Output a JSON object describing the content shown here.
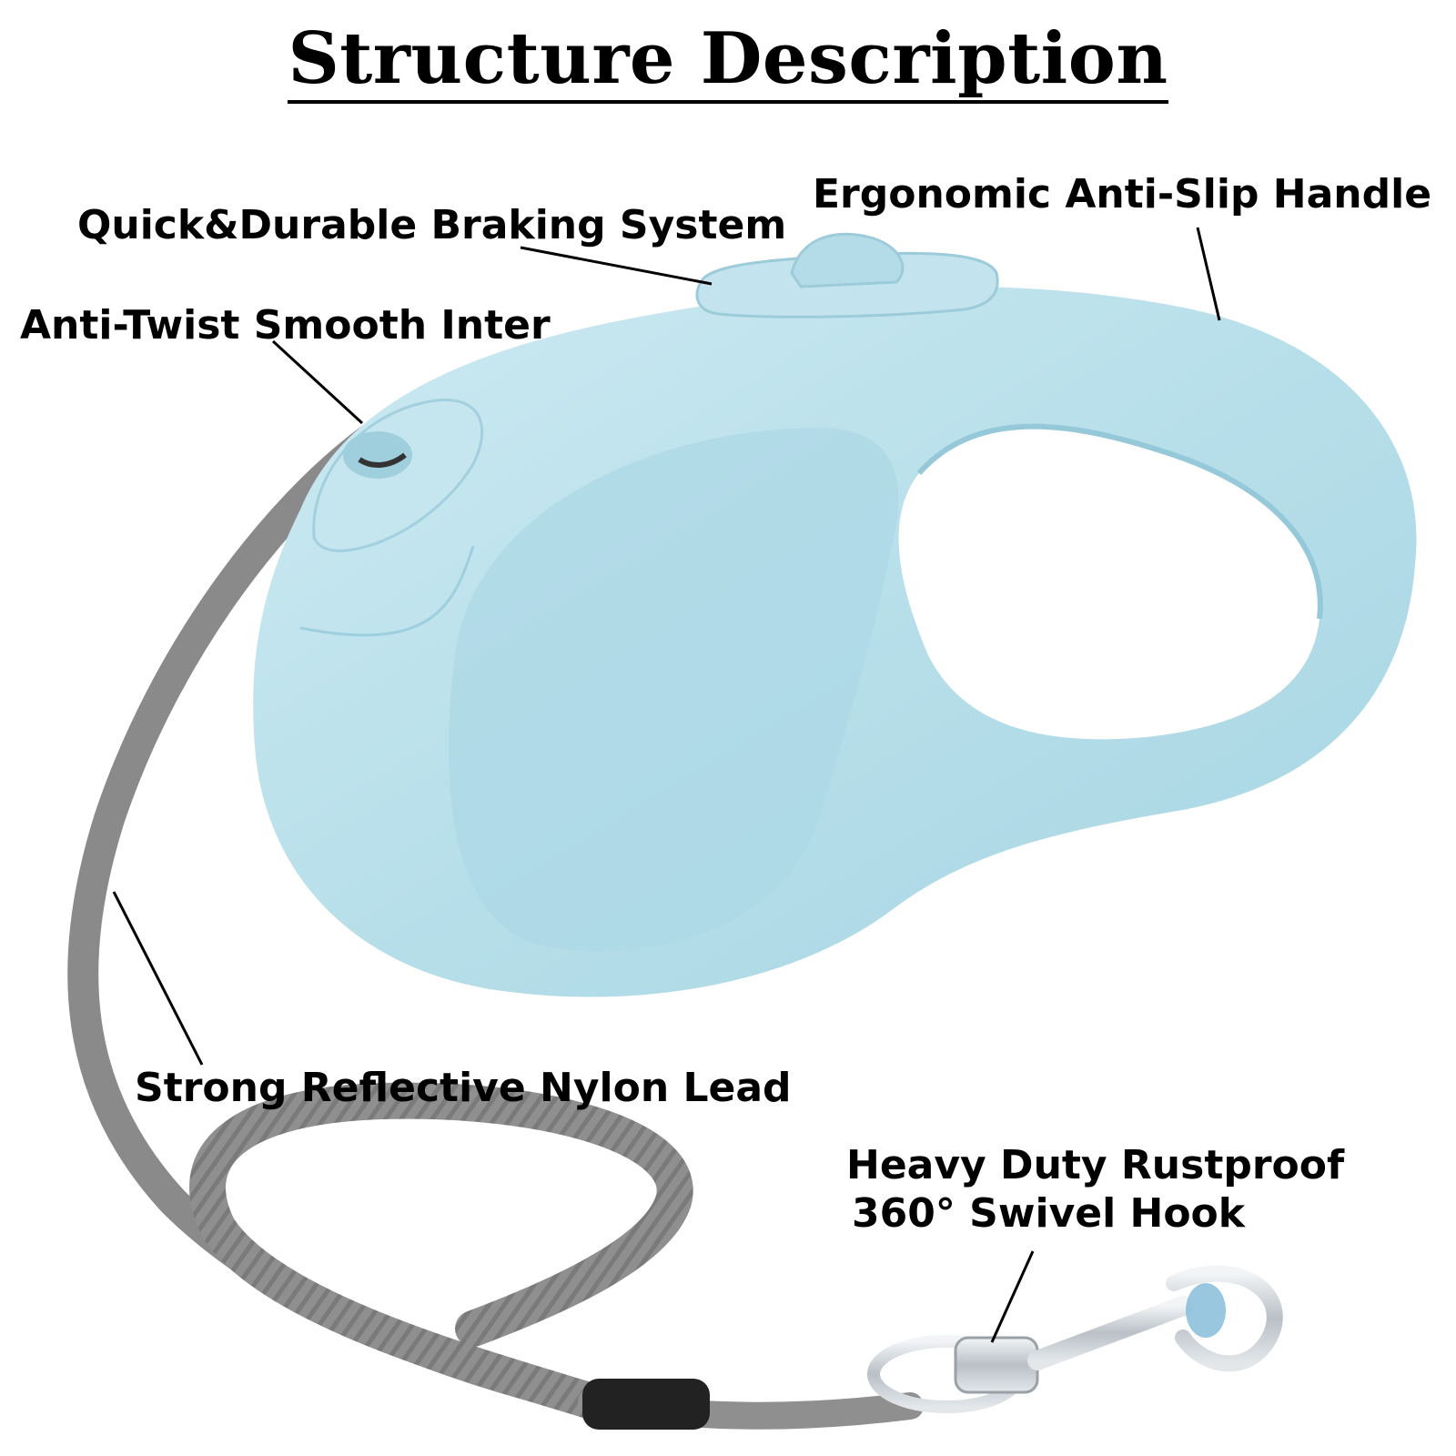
{
  "title": "Structure Description",
  "labels": {
    "braking": "Quick&Durable Braking System",
    "handle": "Ergonomic Anti-Slip Handle",
    "inter": "Anti-Twist Smooth Inter",
    "lead": "Strong Reflective Nylon Lead",
    "hook_line1": "Heavy Duty Rustproof",
    "hook_line2": "360° Swivel Hook"
  },
  "colors": {
    "body": "#b7dfea",
    "body_shade": "#9ecfde",
    "lead": "#8a8a8a",
    "lead_dark": "#6e6e6e",
    "metal": "#c8cdd2",
    "text": "#000000"
  }
}
